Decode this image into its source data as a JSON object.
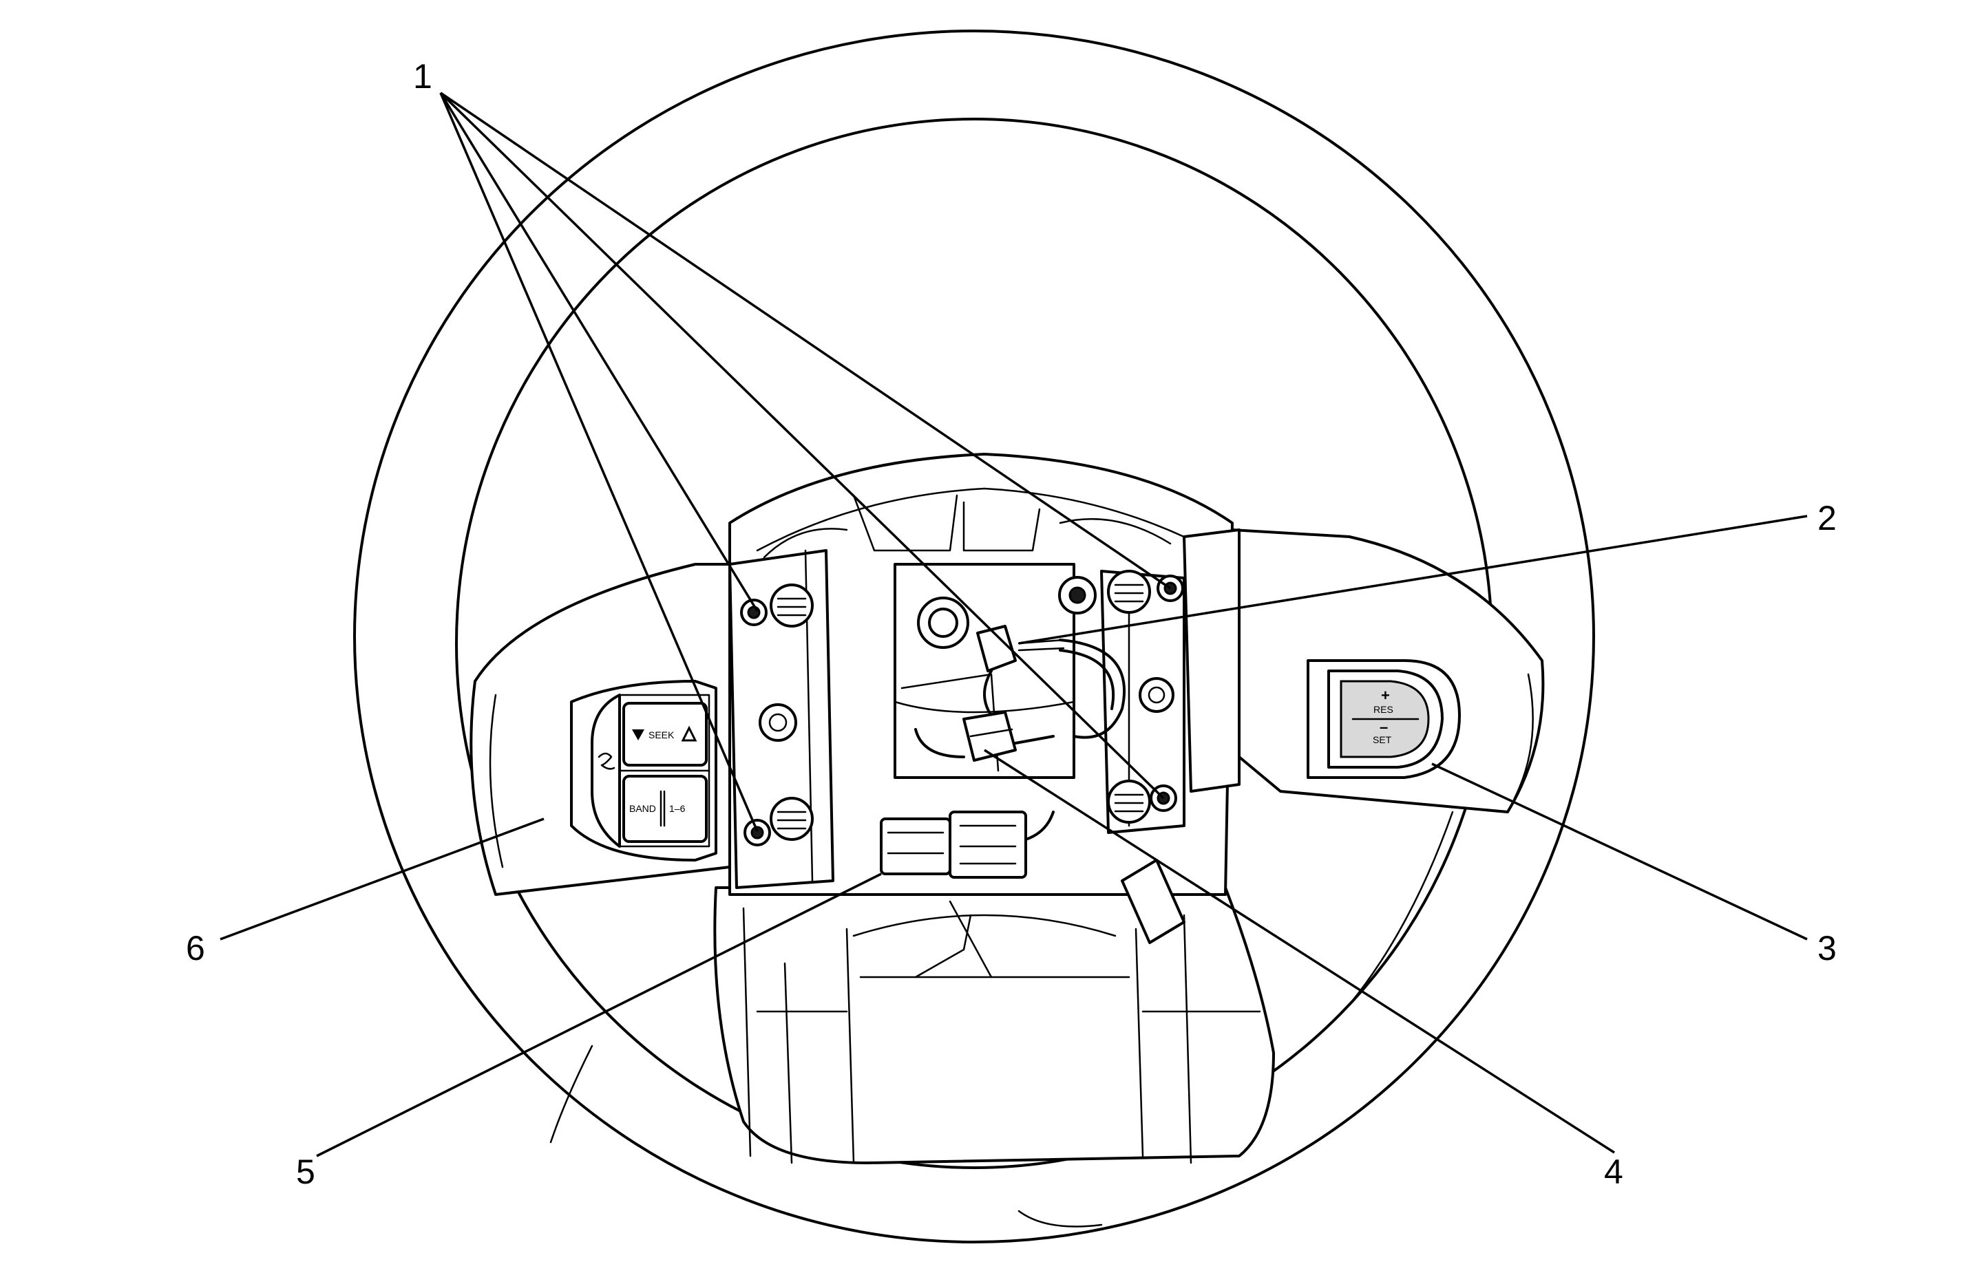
{
  "callouts": [
    {
      "id": "1",
      "label": "1"
    },
    {
      "id": "2",
      "label": "2"
    },
    {
      "id": "3",
      "label": "3"
    },
    {
      "id": "4",
      "label": "4"
    },
    {
      "id": "5",
      "label": "5"
    },
    {
      "id": "6",
      "label": "6"
    }
  ],
  "left_switch": {
    "seek_label": "SEEK",
    "band_label": "BAND",
    "preset_label": "1–6",
    "icon": "voice-call-icon"
  },
  "right_switch": {
    "plus_label": "+",
    "res_label": "RES",
    "minus_label": "–",
    "set_label": "SET"
  }
}
